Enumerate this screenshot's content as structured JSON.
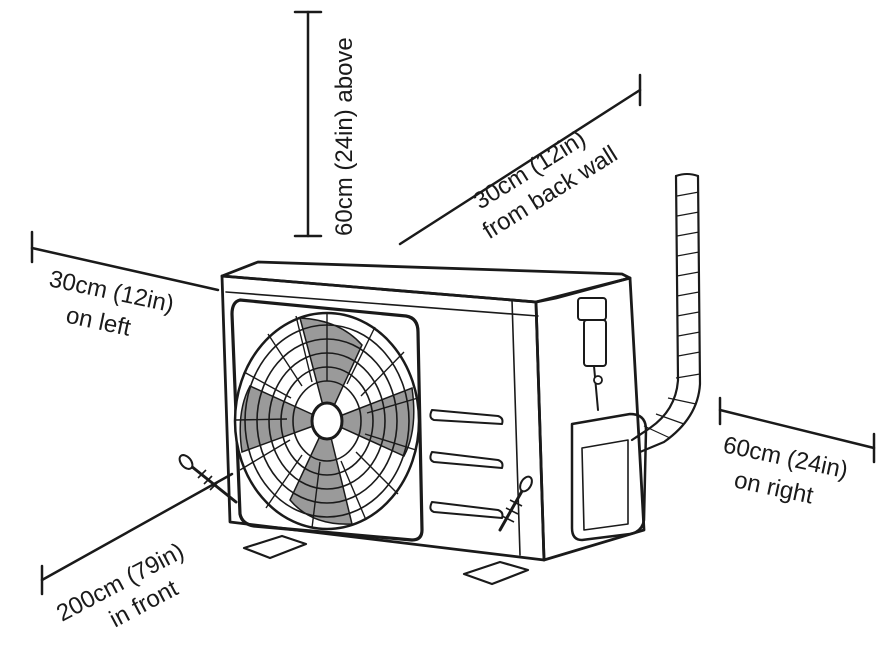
{
  "diagram": {
    "clearances": {
      "above": "60cm (24in) above",
      "back_wall_line1": "30cm (12in)",
      "back_wall_line2": "from back wall",
      "left_line1": "30cm (12in)",
      "left_line2": "on left",
      "right_line1": "60cm (24in)",
      "right_line2": "on right",
      "front_line1": "200cm (79in)",
      "front_line2": "in front"
    },
    "colors": {
      "ink": "#1a1a1a",
      "fan_fill": "#9a9a9a",
      "background": "#ffffff"
    },
    "subject": "outdoor-ac-unit-illustration"
  }
}
